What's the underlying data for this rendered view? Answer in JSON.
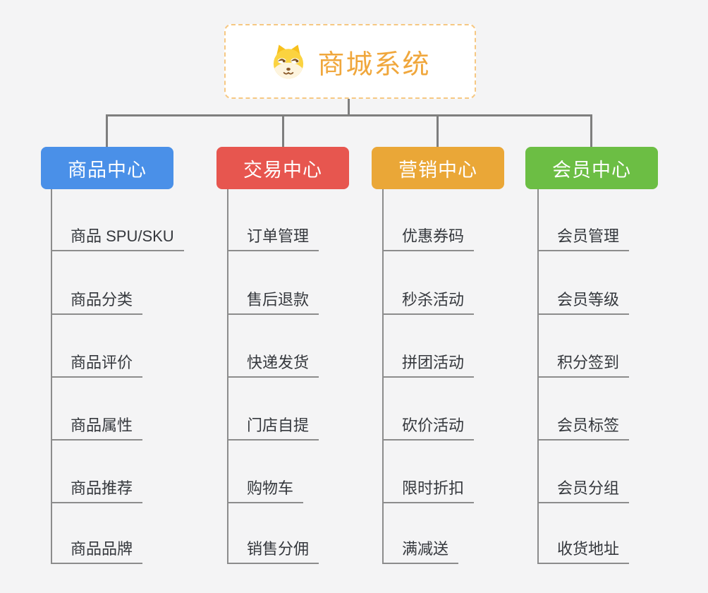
{
  "diagram": {
    "root": {
      "title": "商城系统",
      "icon": "dog-face",
      "text_color": "#f0a73c",
      "border_color": "#f6c883"
    },
    "branches": [
      {
        "id": "product-center",
        "label": "商品中心",
        "color": "#4a90e8",
        "children": [
          "商品 SPU/SKU",
          "商品分类",
          "商品评价",
          "商品属性",
          "商品推荐",
          "商品品牌"
        ]
      },
      {
        "id": "trade-center",
        "label": "交易中心",
        "color": "#e7564f",
        "children": [
          "订单管理",
          "售后退款",
          "快递发货",
          "门店自提",
          "购物车",
          "销售分佣"
        ]
      },
      {
        "id": "marketing-center",
        "label": "营销中心",
        "color": "#eaa737",
        "children": [
          "优惠券码",
          "秒杀活动",
          "拼团活动",
          "砍价活动",
          "限时折扣",
          "满减送"
        ]
      },
      {
        "id": "member-center",
        "label": "会员中心",
        "color": "#6cbe44",
        "children": [
          "会员管理",
          "会员等级",
          "积分签到",
          "会员标签",
          "会员分组",
          "收货地址"
        ]
      }
    ]
  }
}
